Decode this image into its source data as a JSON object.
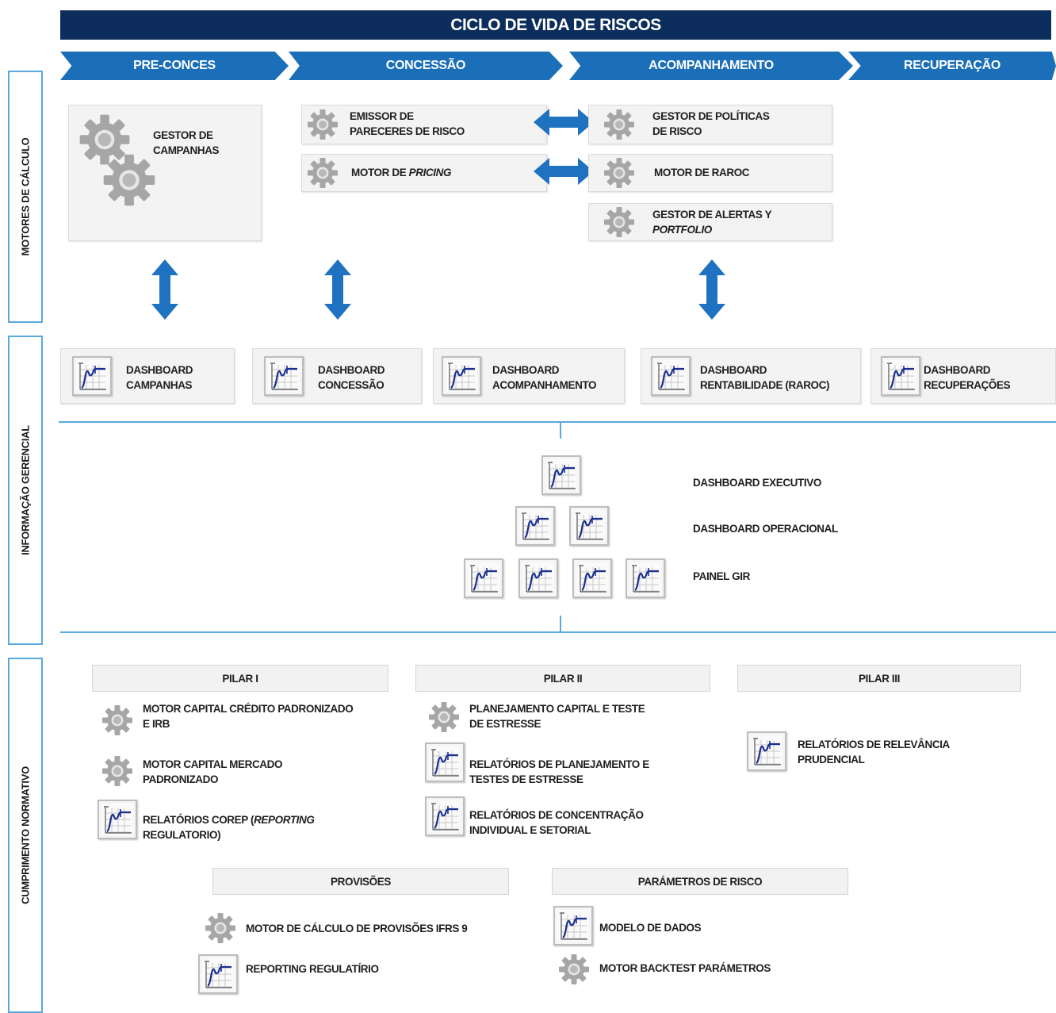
{
  "title": "CICLO DE VIDA DE RISCOS",
  "phases": [
    "PRE-CONCES",
    "CONCESSÃO",
    "ACOMPANHAMENTO",
    "RECUPERAÇÃO"
  ],
  "sections": {
    "motores": "MOTORES DE CÁLCULO",
    "informacao": "INFORMAÇÃO GERENCIAL",
    "cumprimento": "CUMPRIMENTO NORMATIVO"
  },
  "motores": {
    "campanhas": [
      "GESTOR DE",
      "CAMPANHAS"
    ],
    "emissor": [
      "EMISSOR DE",
      "PARECERES DE RISCO"
    ],
    "pricing": {
      "prefix": "MOTOR DE ",
      "italic": "PRICING"
    },
    "politicas": [
      "GESTOR DE POLÍTICAS",
      "DE RISCO"
    ],
    "raroc": "MOTOR DE RAROC",
    "alertas": {
      "line1": "GESTOR DE ALERTAS Y",
      "italic": "PORTFOLIO"
    }
  },
  "dashboards": [
    [
      "DASHBOARD",
      "CAMPANHAS"
    ],
    [
      "DASHBOARD",
      "CONCESSÃO"
    ],
    [
      "DASHBOARD",
      "ACOMPANHAMENTO"
    ],
    [
      "DASHBOARD",
      "RENTABILIDADE (RAROC)"
    ],
    [
      "DASHBOARD",
      "RECUPERAÇÕES"
    ]
  ],
  "pyramid": {
    "executivo": "DASHBOARD EXECUTIVO",
    "operacional": "DASHBOARD OPERACIONAL",
    "gir": "PAINEL GIR"
  },
  "pilares": {
    "p1": {
      "header": "PILAR I",
      "items": [
        [
          "MOTOR CAPITAL CRÉDITO PADRONIZADO",
          "E IRB"
        ],
        [
          "MOTOR CAPITAL MERCADO",
          "PADRONIZADO"
        ]
      ],
      "corep": {
        "prefix": "RELATÓRIOS COREP (",
        "italic": "REPORTING",
        "line2": "REGULATORIO)"
      }
    },
    "p2": {
      "header": "PILAR II",
      "items": [
        [
          "PLANEJAMENTO CAPITAL E TESTE",
          "DE ESTRESSE"
        ],
        [
          "RELATÓRIOS DE  PLANEJAMENTO E",
          "TESTES DE ESTRESSE"
        ],
        [
          "RELATÓRIOS DE CONCENTRAÇÃO",
          "INDIVIDUAL E SETORIAL"
        ]
      ]
    },
    "p3": {
      "header": "PILAR III",
      "items": [
        [
          "RELATÓRIOS DE RELEVÂNCIA",
          "PRUDENCIAL"
        ]
      ]
    }
  },
  "provisoes": {
    "header": "PROVISÕES",
    "items": [
      "MOTOR DE CÁLCULO DE PROVISÕES IFRS 9",
      "REPORTING REGULATÍRIO"
    ]
  },
  "parametros": {
    "header": "PARÁMETROS DE RISCO",
    "items": [
      "MODELO DE DADOS",
      "MOTOR BACKTEST PARÁMETROS"
    ]
  },
  "colors": {
    "navy": "#0d2e5c",
    "blue": "#1a6fb8",
    "arrow": "#1f72c0",
    "line": "#5aa9de",
    "gear": "#a8a8a8"
  }
}
